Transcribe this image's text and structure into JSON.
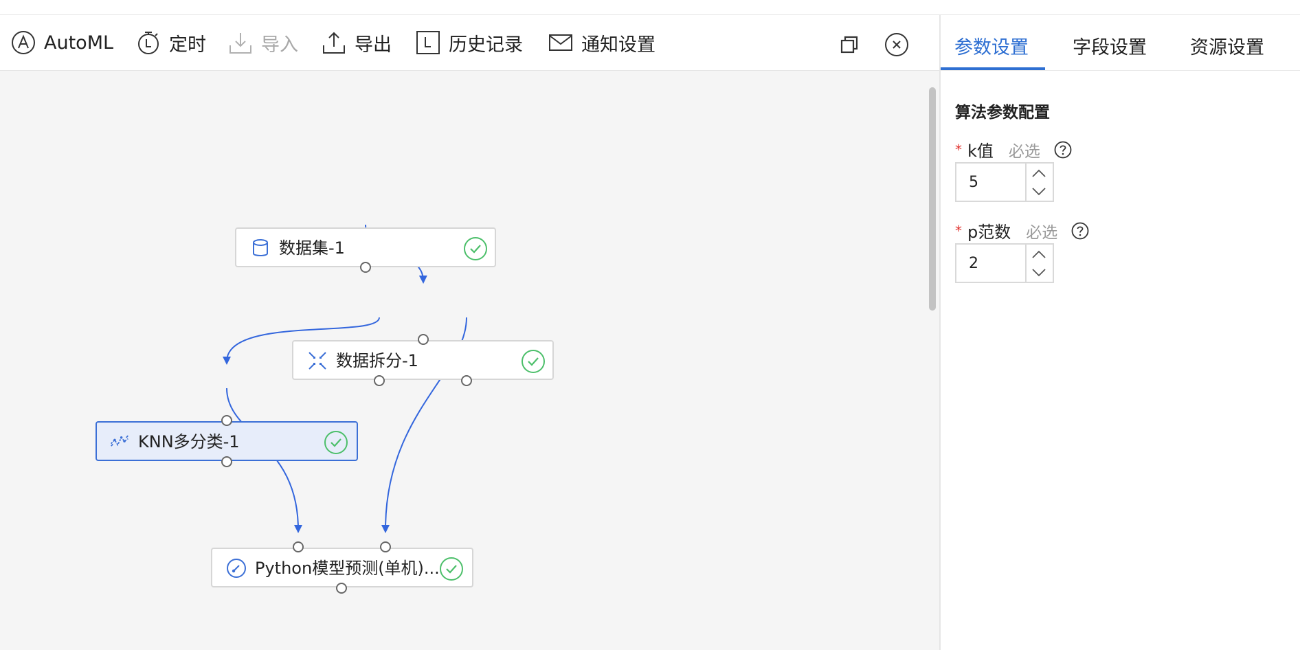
{
  "toolbar": {
    "items": [
      {
        "label": "AutoML",
        "icon": "automl-icon"
      },
      {
        "label": "定时",
        "icon": "timer-icon"
      },
      {
        "label": "导入",
        "icon": "import-icon",
        "disabled": true
      },
      {
        "label": "导出",
        "icon": "export-icon"
      },
      {
        "label": "历史记录",
        "icon": "history-icon"
      },
      {
        "label": "通知设置",
        "icon": "mail-icon"
      }
    ]
  },
  "canvas": {
    "nodes": [
      {
        "label": "数据集-1",
        "icon": "database-icon",
        "status": "success"
      },
      {
        "label": "数据拆分-1",
        "icon": "split-icon",
        "status": "success"
      },
      {
        "label": "KNN多分类-1",
        "icon": "knn-icon",
        "status": "success",
        "selected": true
      },
      {
        "label": "Python模型预测(单机)...",
        "icon": "predict-icon",
        "status": "success"
      }
    ]
  },
  "panel": {
    "tabs": [
      {
        "label": "参数设置",
        "active": true
      },
      {
        "label": "字段设置"
      },
      {
        "label": "资源设置"
      }
    ],
    "section_title": "算法参数配置",
    "fields": [
      {
        "label": "k值",
        "required_mark": "*",
        "required_text": "必选",
        "value": "5"
      },
      {
        "label": "p范数",
        "required_mark": "*",
        "required_text": "必选",
        "value": "2"
      }
    ]
  },
  "colors": {
    "accent": "#2e6fd2",
    "edge": "#3366dd",
    "success": "#4cbf6a",
    "required": "#e0322e",
    "selected_bg": "#e7edfa"
  }
}
